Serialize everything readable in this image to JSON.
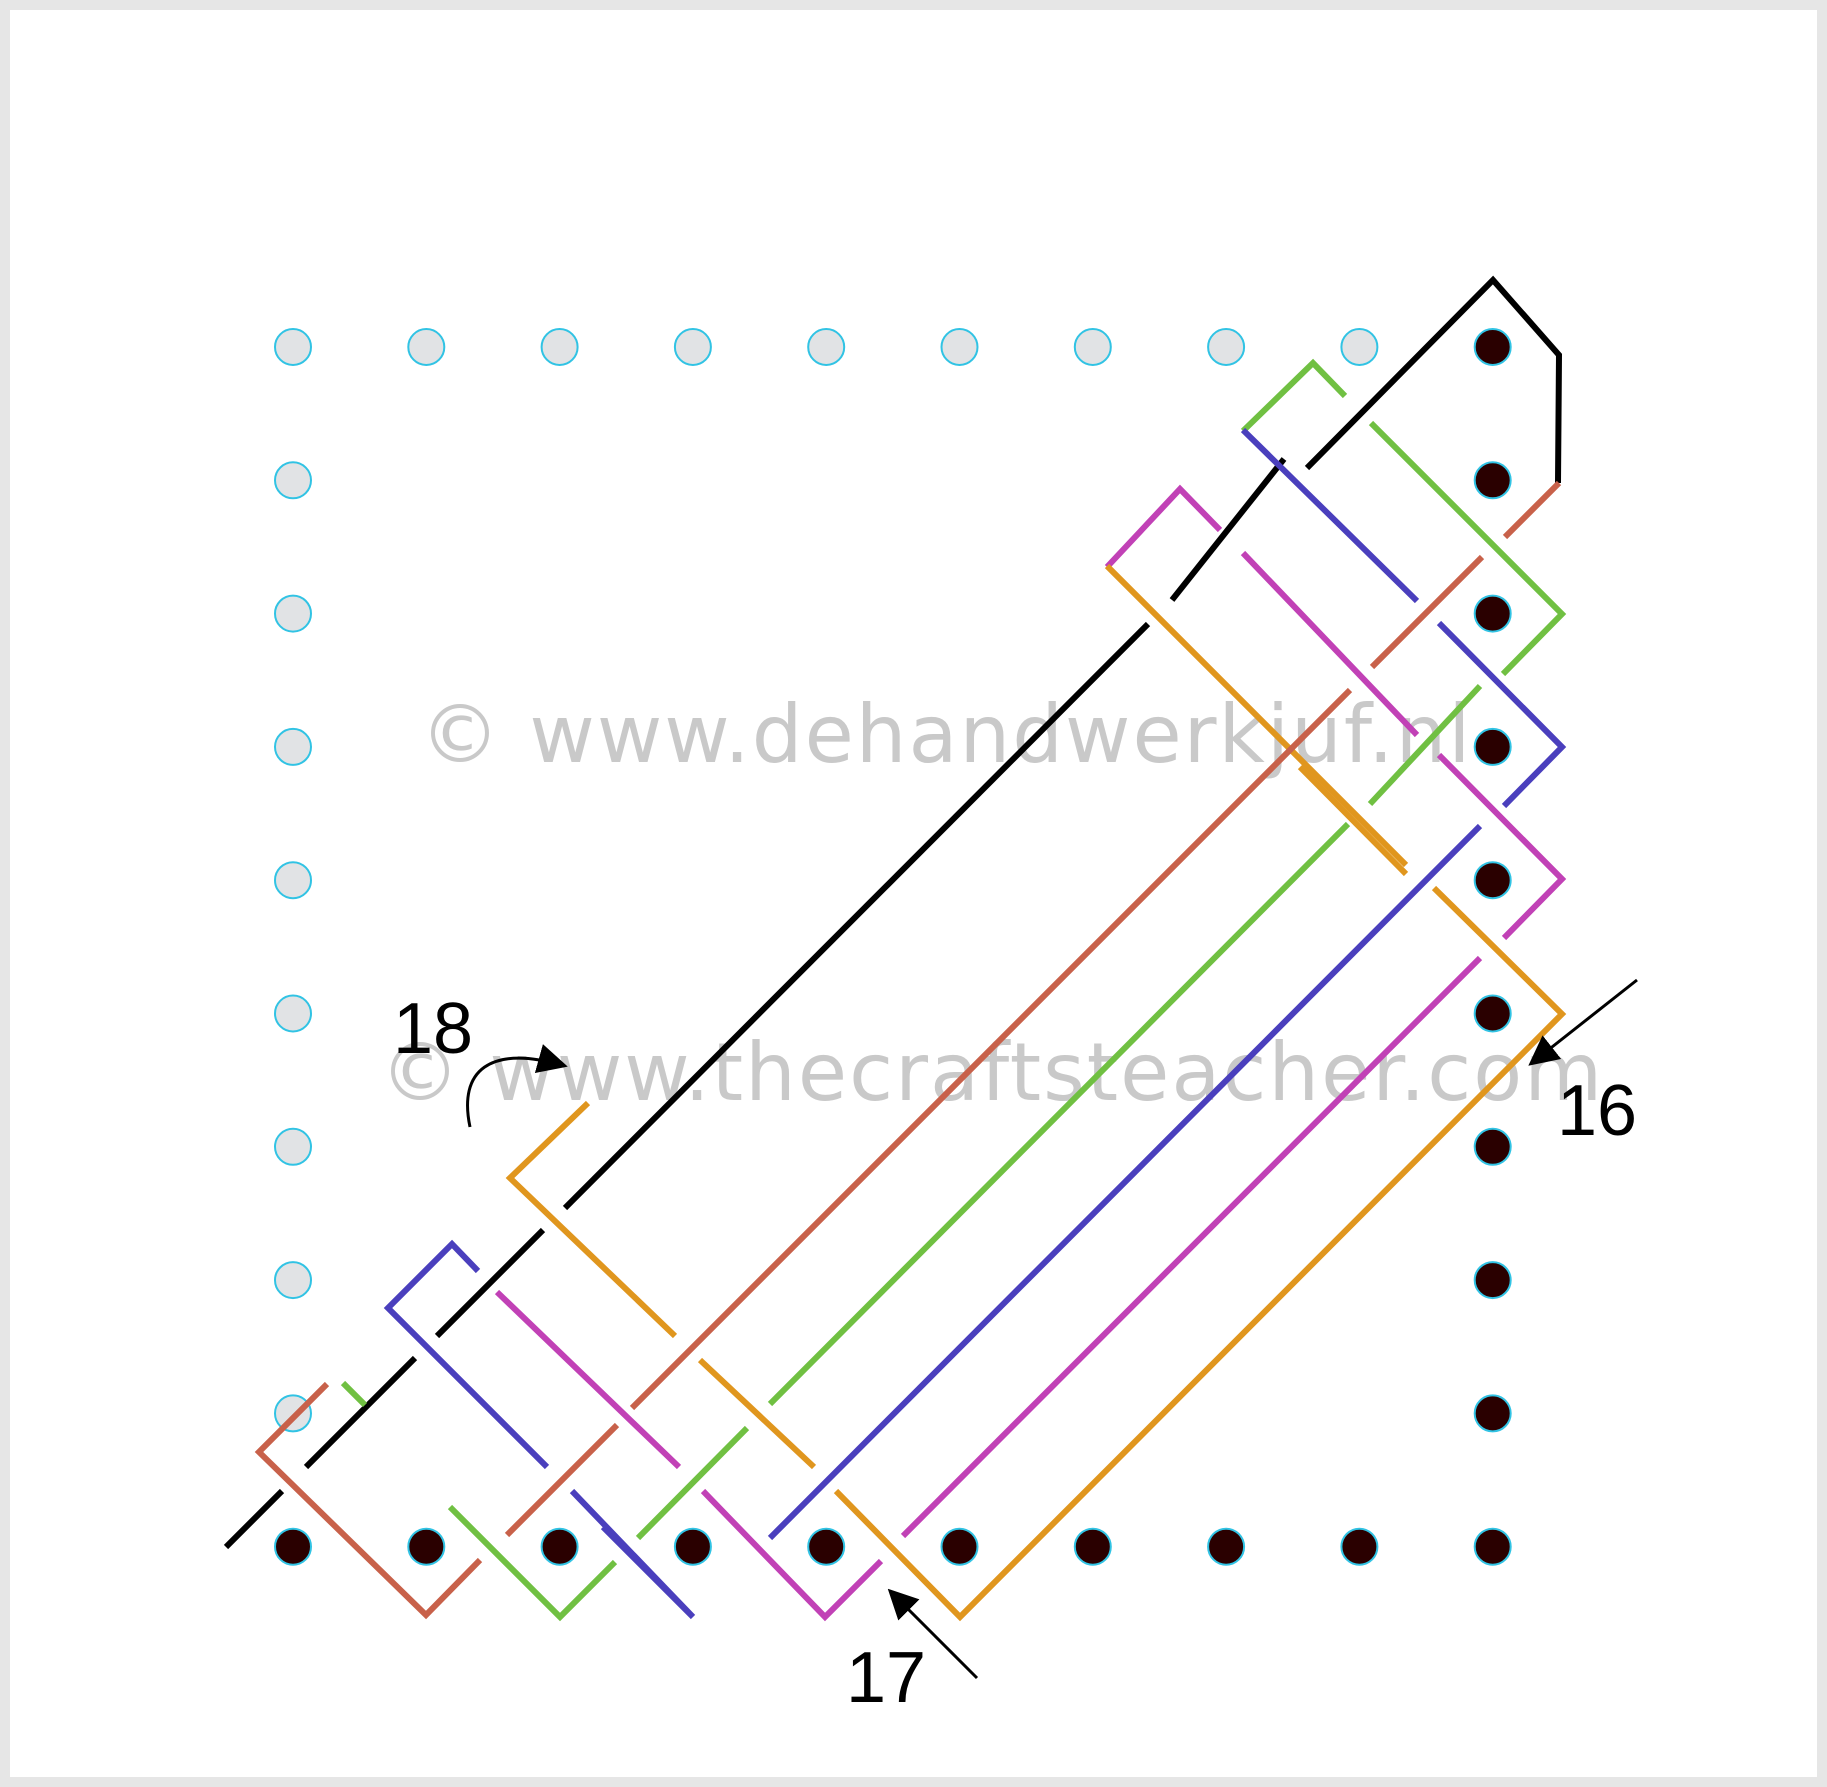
{
  "diagram": {
    "watermarks": [
      "© www.dehandwerkjuf.nl",
      "© www.thecraftsteacher.com"
    ],
    "step_labels": [
      "18",
      "16",
      "17"
    ],
    "colors": {
      "background": "#ffffff",
      "frame": "#e6e6e6",
      "hole_unused_fill": "#e1e3e5",
      "hole_used_fill": "#2a0000",
      "hole_outline": "#31c3e4",
      "thread_black": "#000000",
      "thread_green": "#70c042",
      "thread_blue": "#4a3fbd",
      "thread_magenta": "#c141b6",
      "thread_orange": "#e0961e",
      "thread_brown": "#c8614a",
      "arrow": "#000000"
    },
    "holes": {
      "top_row": "10 holes: 9 unused (light grey), corner used (dark)",
      "left_column": "10 holes: 9 unused (light grey), bottom-left used (dark)",
      "right_column": "10 holes, all used (dark)",
      "bottom_row": "10 holes, all used (dark)"
    }
  }
}
